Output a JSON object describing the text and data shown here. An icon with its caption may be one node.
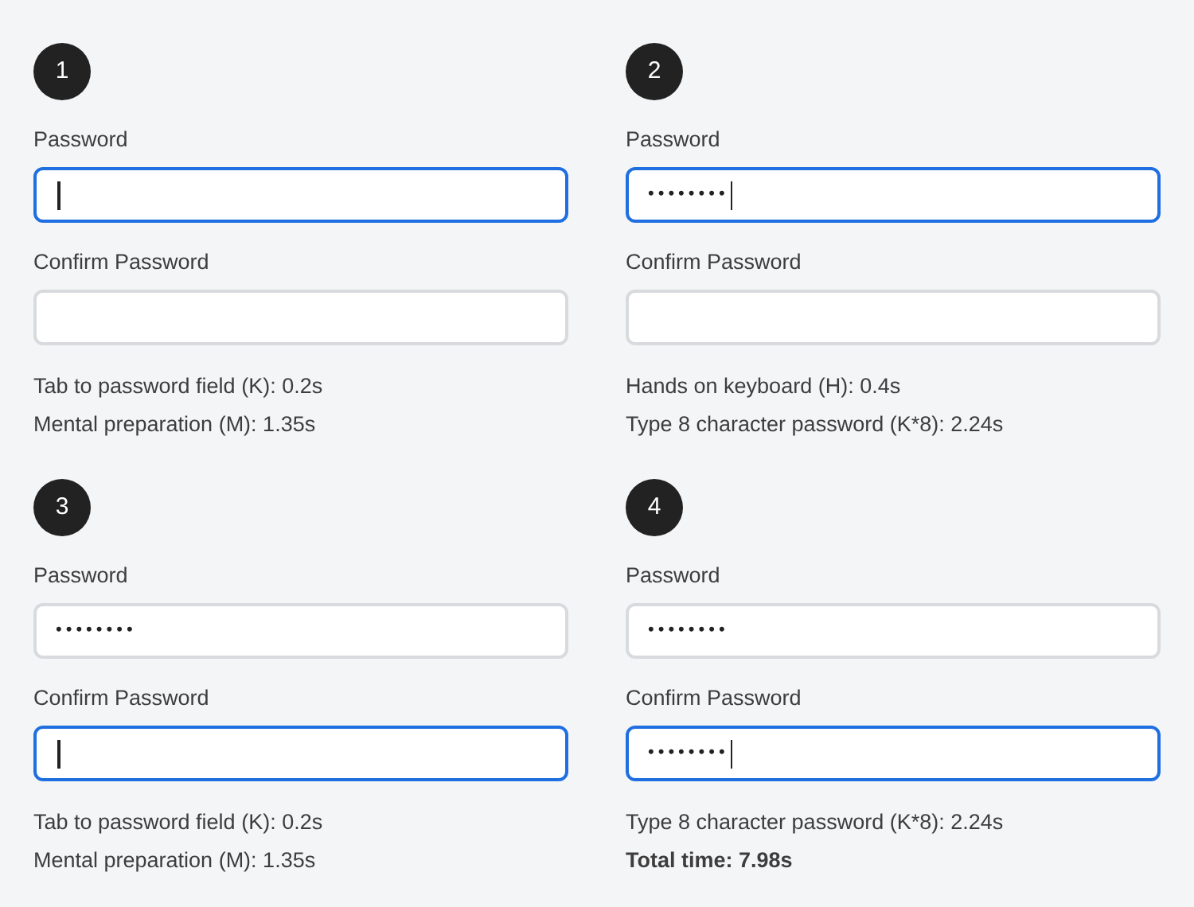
{
  "diagram": {
    "nodes": [
      {
        "text": [
          "1"
        ]
      },
      {
        "text": [
          "Password"
        ]
      },
      {
        "text": [
          "Confirm Password"
        ]
      },
      {
        "text": [
          "2"
        ]
      },
      {
        "text": [
          "Password",
          "••••••••"
        ]
      },
      {
        "text": [
          "Confirm Password"
        ]
      },
      {
        "text": [
          "3"
        ]
      },
      {
        "text": [
          "Password",
          "••••••••"
        ]
      },
      {
        "text": [
          "Confirm Password"
        ]
      },
      {
        "text": [
          "4"
        ]
      },
      {
        "text": [
          "Password",
          "••••••••"
        ]
      },
      {
        "text": [
          "Confirm Password",
          "••••••••"
        ]
      }
    ],
    "labels": [
      "Tab to password field (K): 0.2s",
      "Mental preparation (M): 1.35s",
      "Hands on keyboard (H): 0.4s",
      "Type 8 character password (K*8): 2.24s",
      "Tab to password field (K): 0.2s",
      "Mental preparation (M): 1.35s",
      "Type 8 character password (K*8): 2.24s",
      "Total time: 7.98s"
    ]
  }
}
